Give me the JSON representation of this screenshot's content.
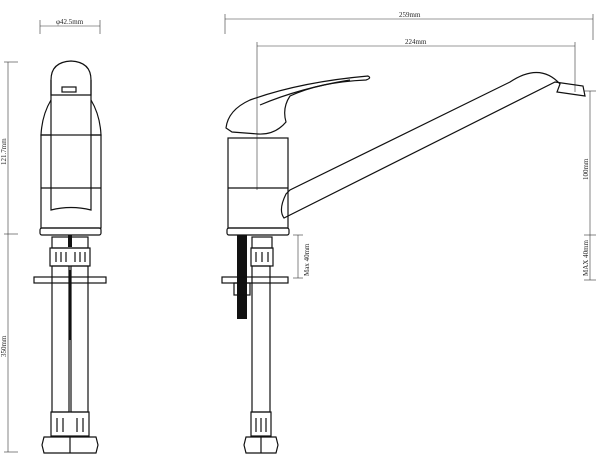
{
  "dimensions": {
    "diameter": "φ42.5mm",
    "front_height": "121.7mm",
    "hose_length": "350mm",
    "overall_reach": "259mm",
    "spout_reach": "224mm",
    "spout_height": "100mm",
    "max_deck_right": "MAX 40mm",
    "max_deck_left": "Max 40mm"
  }
}
